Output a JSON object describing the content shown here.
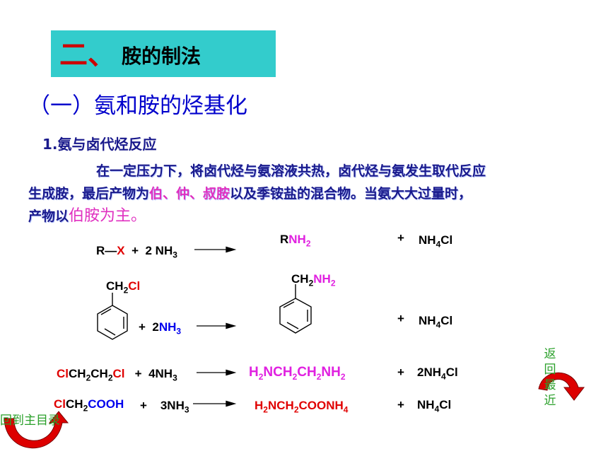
{
  "title": {
    "number": "二、",
    "text": "胺的制法"
  },
  "section": "（一）氨和胺的烃基化",
  "subsection": "1.氨与卤代烃反应",
  "paragraph": {
    "line1": "在一定压力下，将卤代烃与氨溶液共热，卤代烃与氨发生取代反应",
    "line2_a": "生成胺，最后产物为",
    "line2_b": "伯、仲、叔胺",
    "line2_c": "以及季铵盐的混合物。当氨大大过量时，",
    "line3_a": "产物以",
    "line3_b": "伯胺为主",
    "line3_c": "。"
  },
  "reactions": {
    "r1": {
      "r": "R",
      "dash": "—",
      "x": "X",
      "plus": "+",
      "coef": "2",
      "nh3": "NH",
      "sub3": "3",
      "prod_r": "R",
      "prod_nh": "NH",
      "prod_sub": "2",
      "plus2": "+",
      "by": "NH",
      "by_sub": "4",
      "by_cl": "Cl"
    },
    "r2": {
      "ch": "CH",
      "ch_sub": "2",
      "cl": "Cl",
      "plus": "+",
      "coef": "2",
      "nh": "NH",
      "nh_sub": "3",
      "prod_ch": "CH",
      "prod_ch_sub": "2",
      "prod_nh": "NH",
      "prod_nh_sub": "2",
      "plus2": "+",
      "by": "NH",
      "by_sub": "4",
      "by_cl": "Cl"
    },
    "r3": {
      "cl1": "Cl",
      "ch_a": "CH",
      "s_a": "2",
      "ch_b": "CH",
      "s_b": "2",
      "cl2": "Cl",
      "plus": "+",
      "coef": "4NH",
      "coef_sub": "3",
      "p_h": "H",
      "p_h_sub": "2",
      "p_mid": "NCH",
      "p_s1": "2",
      "p_ch": "CH",
      "p_s2": "2",
      "p_nh": "NH",
      "p_s3": "2",
      "plus2": "+",
      "by": "2NH",
      "by_sub": "4",
      "by_cl": "Cl"
    },
    "r4": {
      "cl": "Cl",
      "ch": "CH",
      "ch_sub": "2",
      "cooh": "COOH",
      "plus": "+",
      "coef": "3NH",
      "coef_sub": "3",
      "p_h": "H",
      "p_h_sub": "2",
      "p_mid": "NCH",
      "p_s1": "2",
      "p_coo": "COONH",
      "p_s2": "4",
      "plus2": "+",
      "by": "NH",
      "by_sub": "4",
      "by_cl": "Cl"
    }
  },
  "nav": {
    "back_main": "回到主目录",
    "back_recent": [
      "返",
      "回",
      "最",
      "近"
    ]
  },
  "colors": {
    "title_bg": "#33cccc",
    "title_num": "#cc0000",
    "section": "#0000cc",
    "body_text": "#1a1a8c",
    "highlight": "#e030c0",
    "halogen": "#e00000",
    "amine": "#e020e0",
    "ammonia_blue": "#0000ee",
    "nav_green": "#2aa02a",
    "arrow_red": "#dd0000"
  }
}
